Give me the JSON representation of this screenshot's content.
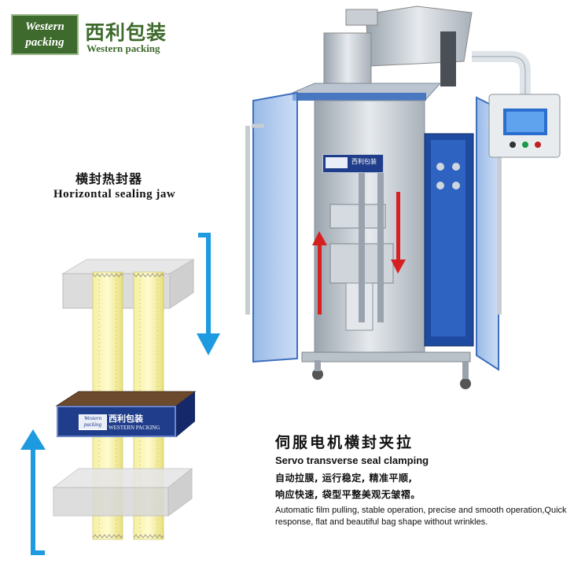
{
  "logo": {
    "badge_line1": "Western",
    "badge_line2": "packing",
    "chinese": "西利包装",
    "english": "Western packing"
  },
  "jaw_label": {
    "chinese": "横封热封器",
    "english": "Horizontal sealing jaw"
  },
  "jaw_plate": {
    "logo": "Western packing",
    "chinese": "西利包装",
    "english": "WESTERN PACKING"
  },
  "machine_plate": {
    "chinese": "西利包装"
  },
  "servo": {
    "title_cn": "伺服电机横封夹拉",
    "title_en": "Servo transverse seal clamping",
    "desc_cn_line1": "自动拉膜, 运行稳定, 精准平顺,",
    "desc_cn_line2": "响应快速, 袋型平整美观无皱褶。",
    "desc_en": "Automatic film pulling, stable operation, precise and smooth operation,Quick response, flat and beautiful bag shape without wrinkles."
  },
  "colors": {
    "brand_green": "#3e6b2d",
    "arrow_blue": "#1e9be0",
    "arrow_red": "#d62020",
    "plate_blue": "#1f3d8a"
  }
}
